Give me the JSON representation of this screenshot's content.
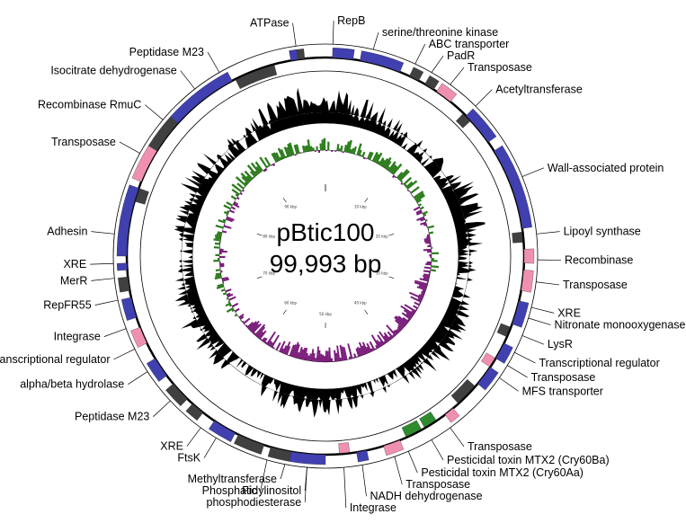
{
  "plasmid": {
    "name": "pBtic100",
    "size_label": "99,993 bp"
  },
  "colors": {
    "cds": "#4040b0",
    "transposase": "#f090b0",
    "toxin": "#2e8b2e",
    "other": "#404040",
    "gc_content": "#000000",
    "gc_skew_pos": "#2e7d1e",
    "gc_skew_neg": "#7b1f7b",
    "ring": "#000000"
  },
  "scale_ticks": [
    "10 kbp",
    "20 kbp",
    "30 kbp",
    "40 kbp",
    "50 kbp",
    "60 kbp",
    "70 kbp",
    "80 kbp",
    "90 kbp"
  ],
  "labels": [
    {
      "text": "ATPase",
      "deg": -8
    },
    {
      "text": "RepB",
      "deg": 2
    },
    {
      "text": "serine/threonine kinase",
      "deg": 13
    },
    {
      "text": "ABC transporter",
      "deg": 25
    },
    {
      "text": "PadR",
      "deg": 30
    },
    {
      "text": "Transposase",
      "deg": 36
    },
    {
      "text": "Acetyltransferase",
      "deg": 45
    },
    {
      "text": "Wall-associated protein",
      "deg": 68
    },
    {
      "text": "Lipoyl synthase",
      "deg": 84
    },
    {
      "text": "Recombinase",
      "deg": 91
    },
    {
      "text": "Transposase",
      "deg": 97
    },
    {
      "text": "XRE",
      "deg": 104
    },
    {
      "text": "Nitronate monooxygenase",
      "deg": 107
    },
    {
      "text": "LysR",
      "deg": 112
    },
    {
      "text": "Transcriptional regulator",
      "deg": 117
    },
    {
      "text": "Transposase",
      "deg": 121
    },
    {
      "text": "MFS transporter",
      "deg": 125
    },
    {
      "text": "Transposase",
      "deg": 144
    },
    {
      "text": "Pesticidal toxin MTX2 (Cry60Ba)",
      "deg": 150
    },
    {
      "text": "Pesticidal toxin MTX2 (Cry60Aa)",
      "deg": 157
    },
    {
      "text": "Transposase",
      "deg": 161
    },
    {
      "text": "NADH dehydrogenase",
      "deg": 170
    },
    {
      "text": "Integrase",
      "deg": 175
    },
    {
      "text": "Phosphatidylinositol",
      "deg": 185
    },
    {
      "text": "phosphodiesterase",
      "deg": 185
    },
    {
      "text": "Methyltransferase",
      "deg": 191
    },
    {
      "text": "Fic",
      "deg": 196
    },
    {
      "text": "FtsK",
      "deg": 211
    },
    {
      "text": "XRE",
      "deg": 216
    },
    {
      "text": "Peptidase M23",
      "deg": 227
    },
    {
      "text": "alpha/beta hydrolase",
      "deg": 237
    },
    {
      "text": "Transcriptional regulator",
      "deg": 244
    },
    {
      "text": "Integrase",
      "deg": 250
    },
    {
      "text": "RepFR55",
      "deg": 258
    },
    {
      "text": "MerR",
      "deg": 264
    },
    {
      "text": "XRE",
      "deg": 268
    },
    {
      "text": "Adhesin",
      "deg": 276
    },
    {
      "text": "Transposase",
      "deg": 299
    },
    {
      "text": "Recombinase RmuC",
      "deg": 310
    },
    {
      "text": "Isocitrate dehydrogenase",
      "deg": 322
    },
    {
      "text": "Peptidase M23",
      "deg": 330
    }
  ]
}
